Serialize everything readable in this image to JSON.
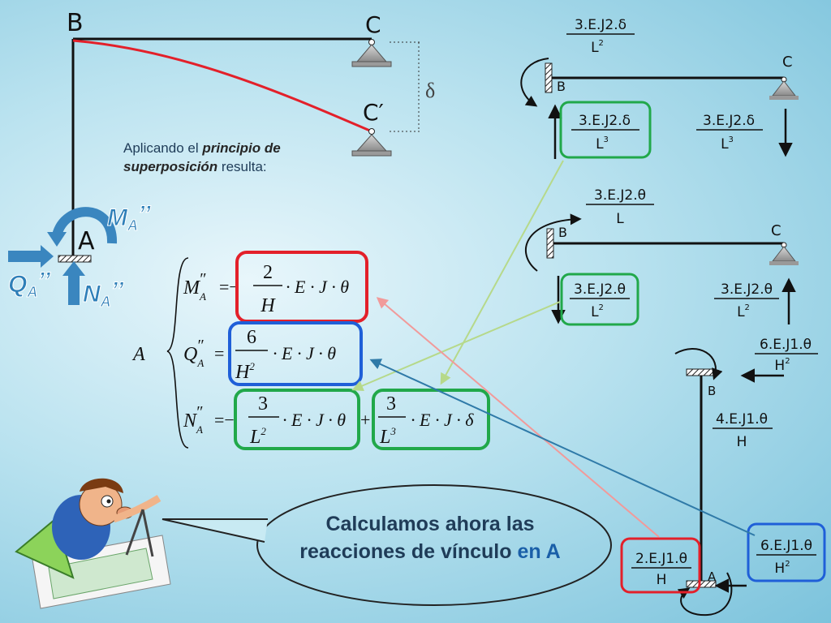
{
  "frame": {
    "label_B": "B",
    "label_C": "C",
    "label_C_prime": "C′",
    "label_A": "A",
    "label_delta": "δ"
  },
  "caption": {
    "text_before": "Aplicando el ",
    "emphasis": "principio de superposición",
    "text_after": " resulta:"
  },
  "reactions": {
    "moment": "M",
    "shear": "Q",
    "normal": "N",
    "sub": "A",
    "sup": "’’"
  },
  "system": {
    "name": "A",
    "row1": {
      "lhs": "M",
      "sub": "A",
      "sup": "″",
      "sign": "=−",
      "num": "2",
      "den": "H",
      "tail": "· E · J · θ"
    },
    "row2": {
      "lhs": "Q",
      "sub": "A",
      "sup": "″",
      "sign": "=",
      "num": "6",
      "den": "H",
      "den_exp": "2",
      "tail": "· E · J · θ"
    },
    "row3": {
      "lhs": "N",
      "sub": "A",
      "sup": "″",
      "sign": "=−",
      "num1": "3",
      "den1": "L",
      "den1_exp": "2",
      "tail1": "· E · J · θ",
      "plus": "+",
      "num2": "3",
      "den2": "L",
      "den2_exp": "3",
      "tail2": "· E · J · δ"
    }
  },
  "bubble": {
    "line1": "Calculamos ahora las",
    "line2_a": "reacciones de vínculo ",
    "line2_b": "en A"
  },
  "diagram_right": {
    "top": {
      "B": "B",
      "C": "C",
      "moment_num": "3.E.J2.δ",
      "moment_den": "L",
      "moment_exp": "2",
      "boxed_num": "3.E.J2.δ",
      "boxed_den": "L",
      "boxed_exp": "3",
      "right_num": "3.E.J2.δ",
      "right_den": "L",
      "right_exp": "3"
    },
    "mid": {
      "B": "B",
      "C": "C",
      "moment_num": "3.E.J2.θ",
      "moment_den": "L",
      "boxed_num": "3.E.J2.θ",
      "boxed_den": "L",
      "boxed_exp": "2",
      "right_num": "3.E.J2.θ",
      "right_den": "L",
      "right_exp": "2"
    },
    "column": {
      "B": "B",
      "A": "A",
      "top_num": "6.E.J1.θ",
      "top_den": "H",
      "top_exp": "2",
      "mid_num": "4.E.J1.θ",
      "mid_den": "H",
      "red_num": "2.E.J1.θ",
      "red_den": "H",
      "blue_num": "6.E.J1.θ",
      "blue_den": "H",
      "blue_exp": "2"
    }
  },
  "colors": {
    "red": "#e3202a",
    "blue": "#1f5fd8",
    "green": "#21a84a",
    "arrow_blue": "#2a75c8",
    "reaction_text": "#2e7fb8"
  }
}
